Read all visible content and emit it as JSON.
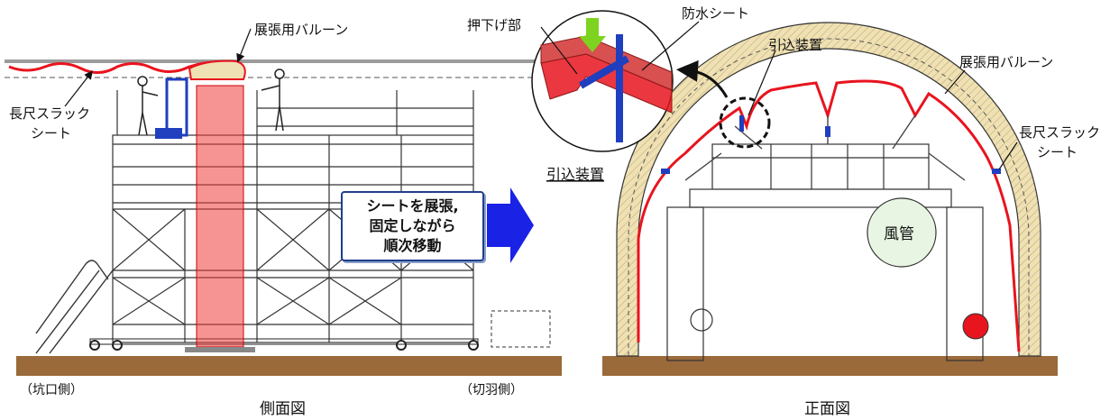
{
  "side_view": {
    "caption": "側面図",
    "balloon_label": "展張用バルーン",
    "slack_sheet_label_line1": "長尺スラック",
    "slack_sheet_label_line2": "シート",
    "portal_side_label": "（坑口側）",
    "face_side_label": "（切羽側）",
    "process_line1": "シートを展張,",
    "process_line2": "固定しながら",
    "process_line3": "順次移動"
  },
  "front_view": {
    "caption": "正面図",
    "push_down_label": "押下げ部",
    "waterproof_sheet_label": "防水シート",
    "retract_device_label": "引込装置",
    "retract_device_detail_label": "引込装置",
    "balloon_label": "展張用バルーン",
    "slack_sheet_label_line1": "長尺スラック",
    "slack_sheet_label_line2": "シート",
    "duct_label": "風管"
  },
  "colors": {
    "balloon_red": "#e8141e",
    "ground_brown": "#9a6a3a",
    "arrow_blue": "#1a22e6",
    "lining_tan": "#e9d7a8",
    "push_green": "#7ed321",
    "bracket_blue": "#1f3fbf"
  }
}
